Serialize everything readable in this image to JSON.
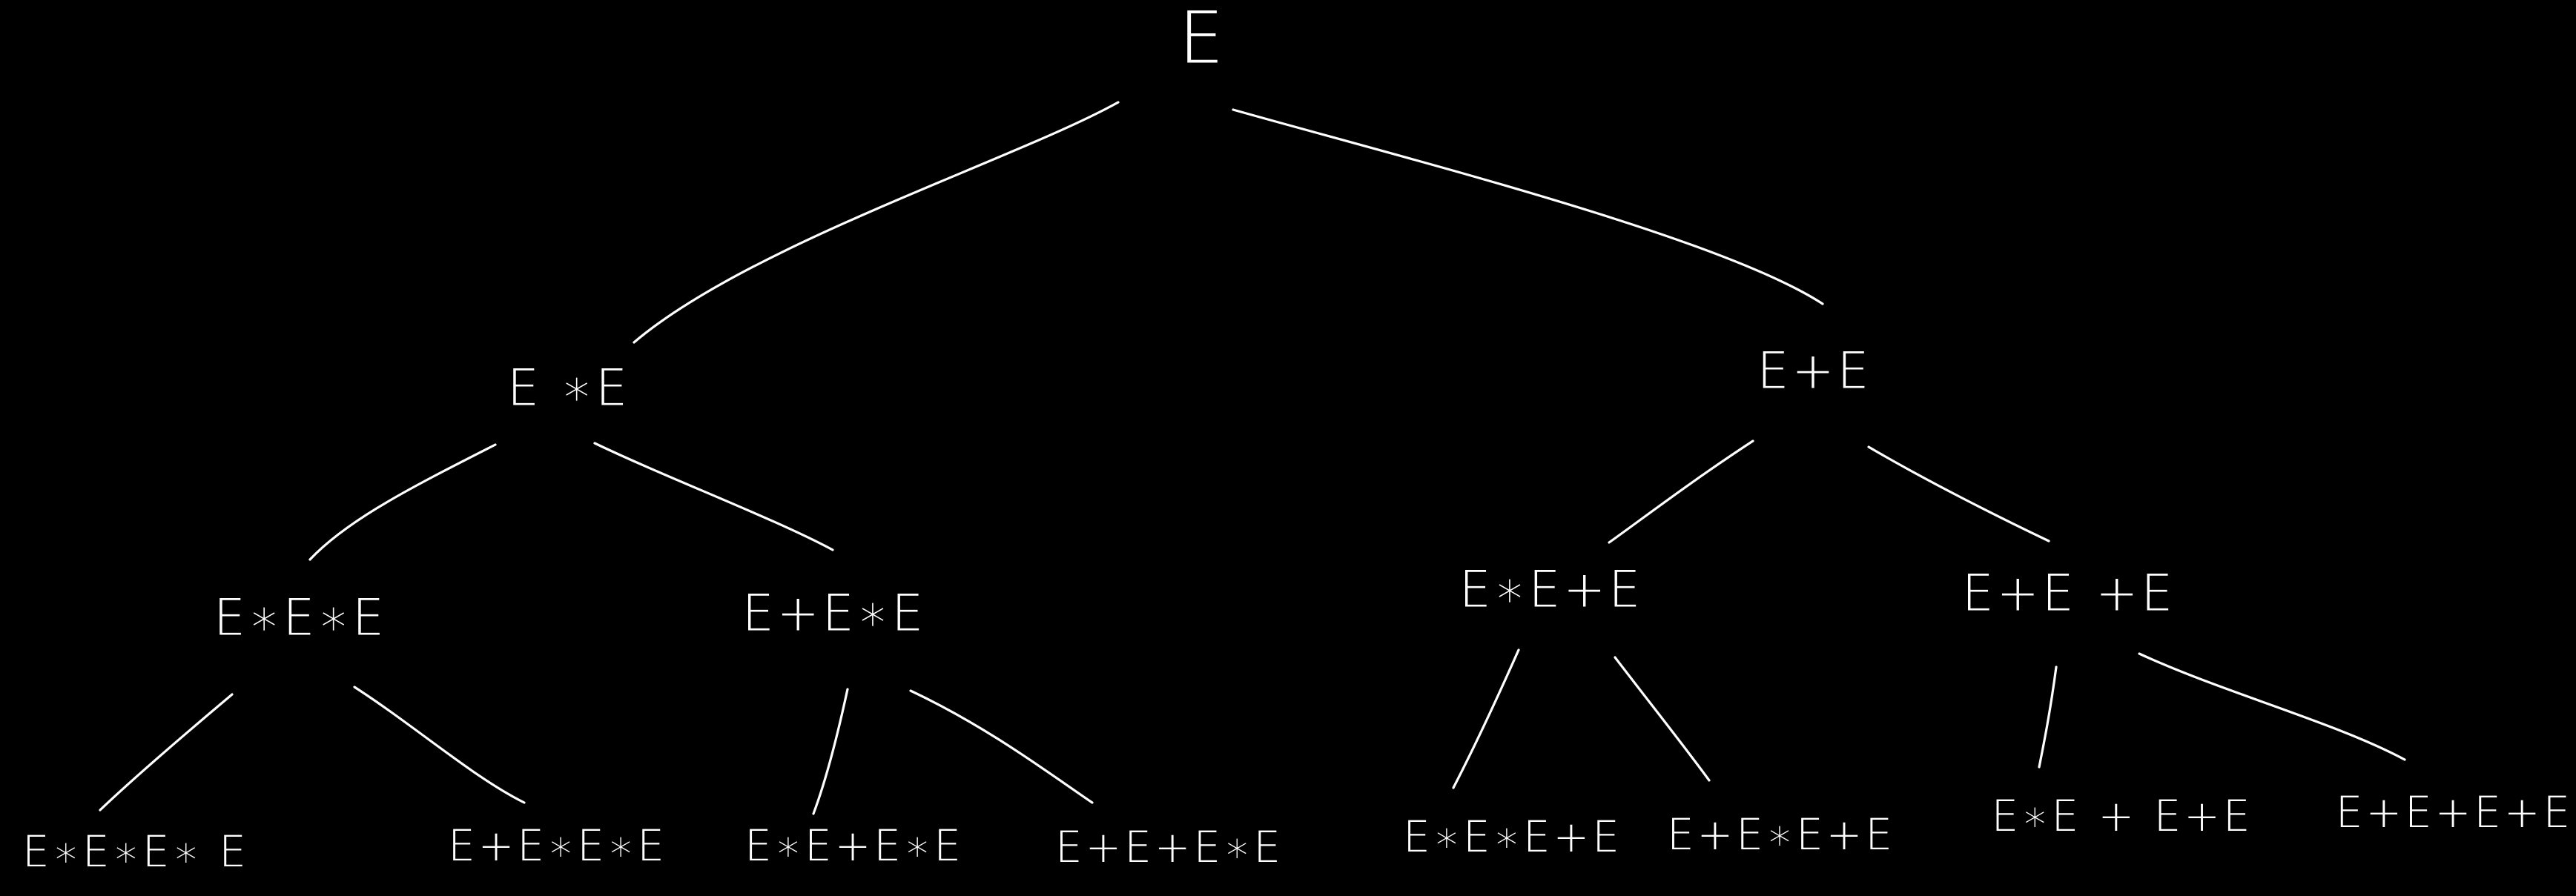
{
  "tree": {
    "root": {
      "id": "root",
      "label": "E"
    },
    "level1": [
      {
        "id": "n1a",
        "label": "E ∗E"
      },
      {
        "id": "n1b",
        "label": "E+E"
      }
    ],
    "level2": [
      {
        "id": "n2a",
        "label": "E∗E∗E"
      },
      {
        "id": "n2b",
        "label": "E+E∗E"
      },
      {
        "id": "n2c",
        "label": "E∗E+E"
      },
      {
        "id": "n2d",
        "label": "E+E +E"
      }
    ],
    "level3": [
      {
        "id": "n3a",
        "label": "E∗E∗E∗ E"
      },
      {
        "id": "n3b",
        "label": "E+E∗E∗E"
      },
      {
        "id": "n3c",
        "label": "E∗E+E∗E"
      },
      {
        "id": "n3d",
        "label": "E+E+E∗E"
      },
      {
        "id": "n3e",
        "label": "E∗E∗E+E"
      },
      {
        "id": "n3f",
        "label": "E+E∗E+E"
      },
      {
        "id": "n3g",
        "label": "E∗E + E+E"
      },
      {
        "id": "n3h",
        "label": "E+E+E+E"
      }
    ]
  },
  "colors": {
    "background": "#000000",
    "ink": "#ffffff"
  }
}
